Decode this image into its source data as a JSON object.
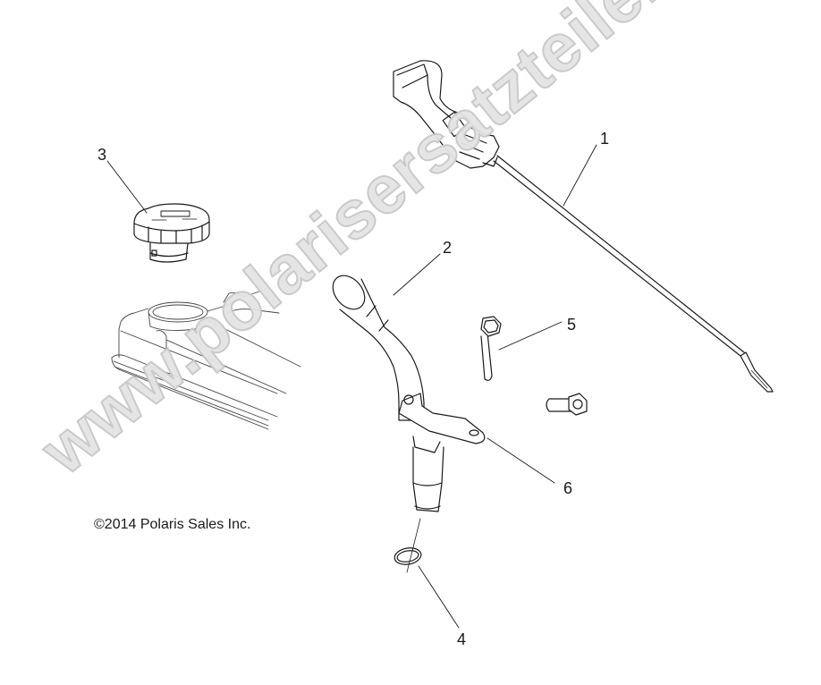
{
  "diagram": {
    "type": "exploded-parts-diagram",
    "callouts": [
      {
        "id": "1",
        "label": "1",
        "part": "dipstick"
      },
      {
        "id": "2",
        "label": "2",
        "part": "oil-fill-tube"
      },
      {
        "id": "3",
        "label": "3",
        "part": "oil-fill-cap"
      },
      {
        "id": "4",
        "label": "4",
        "part": "o-ring"
      },
      {
        "id": "5",
        "label": "5",
        "part": "flange-bolt"
      },
      {
        "id": "6",
        "label": "6",
        "part": "mounting-bracket"
      }
    ],
    "copyright": "©2014 Polaris Sales Inc.",
    "watermark": "www.polarisersatzteile.de"
  },
  "colors": {
    "line": "#1a1a1a",
    "watermark_fill": "#e4e4e4",
    "watermark_stroke": "#c8c8c8",
    "background": "#ffffff"
  }
}
